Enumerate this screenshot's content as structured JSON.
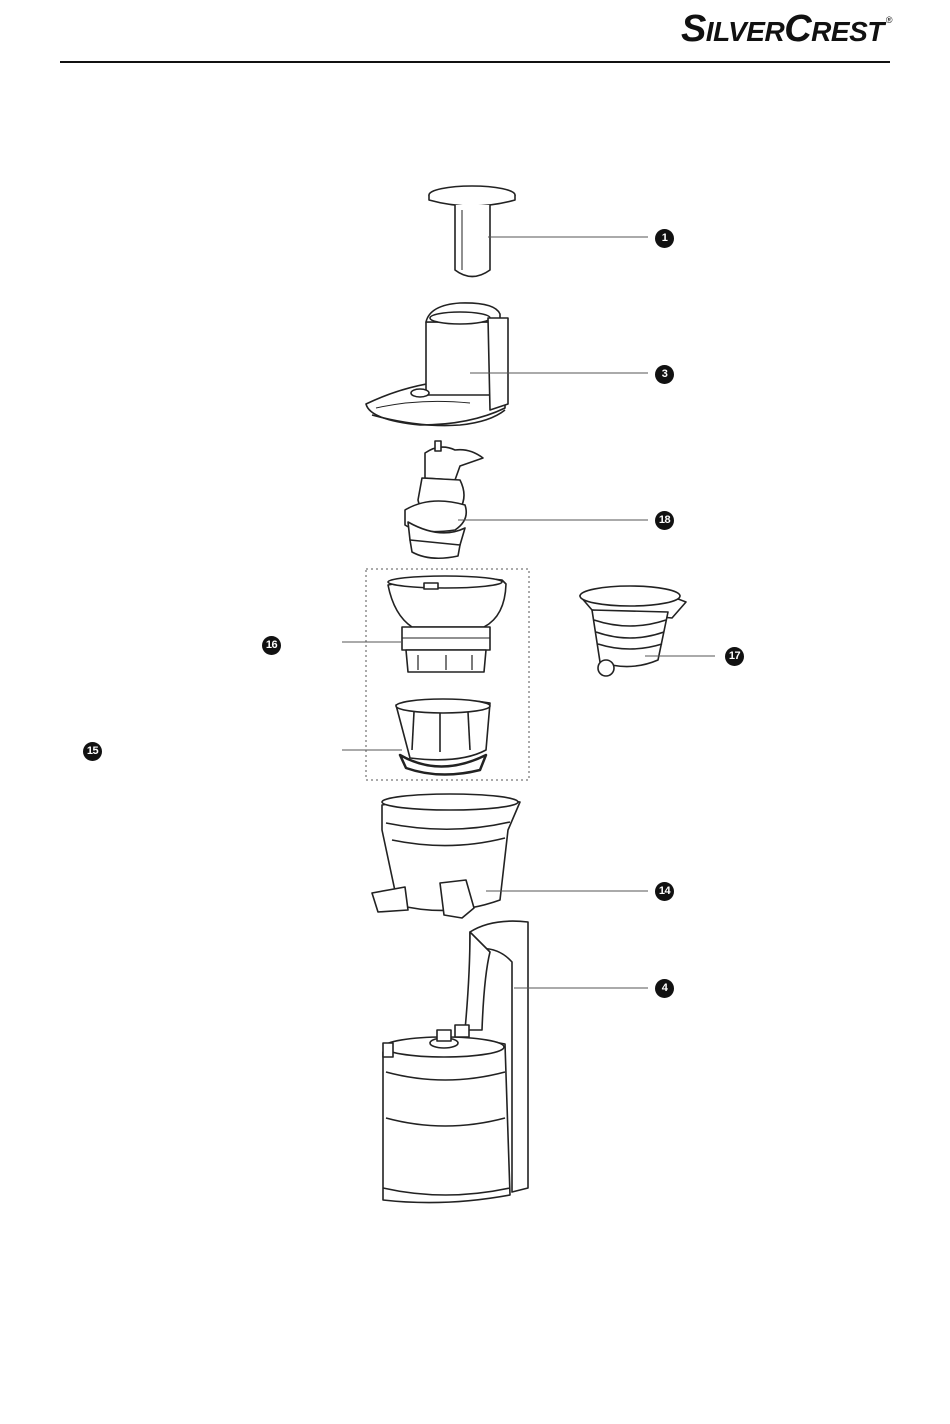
{
  "header": {
    "brand_big_1": "S",
    "brand_small_1": "ILVER",
    "brand_big_2": "C",
    "brand_small_2": "REST",
    "registered_mark": "®"
  },
  "callouts": [
    {
      "id": "pusher",
      "label": "1"
    },
    {
      "id": "lid",
      "label": "3"
    },
    {
      "id": "screw",
      "label": "18"
    },
    {
      "id": "strainer-holder",
      "label": "16"
    },
    {
      "id": "rotating-brush",
      "label": "15"
    },
    {
      "id": "coarse-strainer",
      "label": "17"
    },
    {
      "id": "juice-bowl",
      "label": "14"
    },
    {
      "id": "motor-base",
      "label": "4"
    }
  ]
}
